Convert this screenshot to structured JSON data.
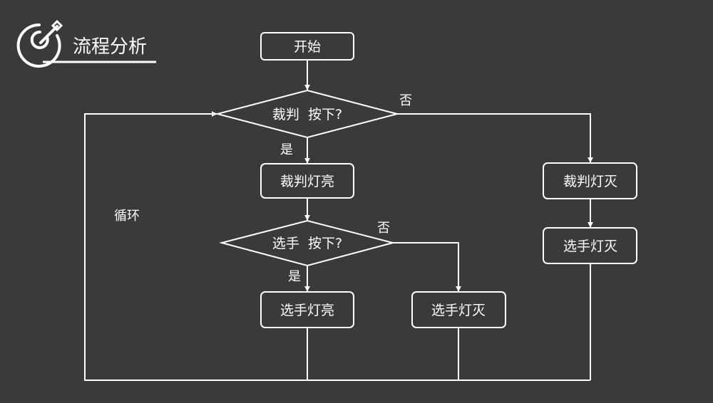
{
  "header": {
    "title": "流程分析",
    "icon": "target-arrow-icon"
  },
  "colors": {
    "background": "#3a3a3a",
    "stroke": "#ffffff",
    "text": "#ffffff"
  },
  "flow": {
    "start": "开始",
    "referee_decision": "裁判  按下?",
    "referee_yes": "是",
    "referee_no": "否",
    "referee_on": "裁判灯亮",
    "referee_off": "裁判灯灭",
    "player_off_right": "选手灯灭",
    "player_decision": "选手  按下?",
    "player_yes": "是",
    "player_no": "否",
    "player_on": "选手灯亮",
    "player_off": "选手灯灭",
    "loop_label": "循环"
  }
}
